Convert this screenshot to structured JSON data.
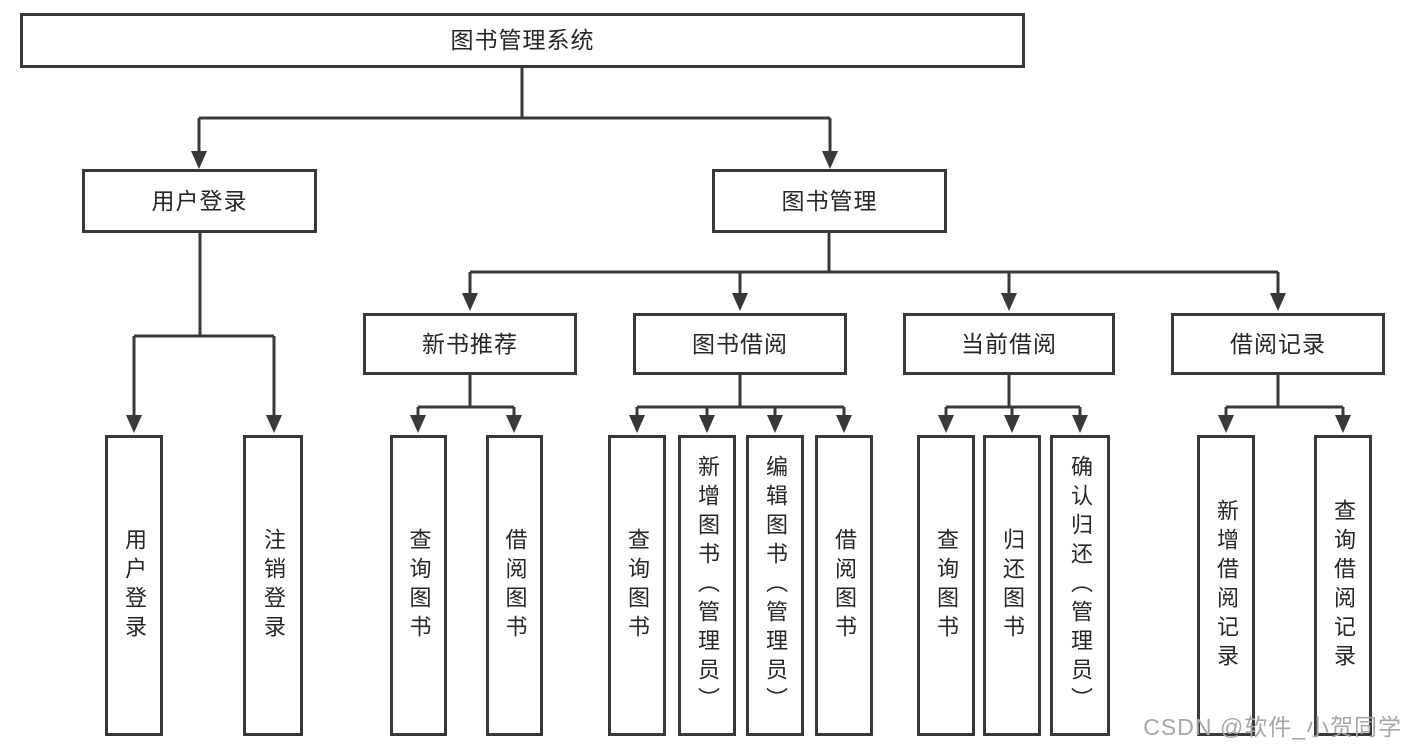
{
  "diagram_title": "图书管理系统",
  "tree": {
    "root": {
      "label": "图书管理系统",
      "children": [
        {
          "label": "用户登录",
          "children": [
            {
              "label": "用户登录"
            },
            {
              "label": "注销登录"
            }
          ]
        },
        {
          "label": "图书管理",
          "children": [
            {
              "label": "新书推荐",
              "children": [
                {
                  "label": "查询图书"
                },
                {
                  "label": "借阅图书"
                }
              ]
            },
            {
              "label": "图书借阅",
              "children": [
                {
                  "label": "查询图书"
                },
                {
                  "label": "新增图书（管理员）"
                },
                {
                  "label": "编辑图书（管理员）"
                },
                {
                  "label": "借阅图书"
                }
              ]
            },
            {
              "label": "当前借阅",
              "children": [
                {
                  "label": "查询图书"
                },
                {
                  "label": "归还图书"
                },
                {
                  "label": "确认归还（管理员）"
                }
              ]
            },
            {
              "label": "借阅记录",
              "children": [
                {
                  "label": "新增借阅记录"
                },
                {
                  "label": "查询借阅记录"
                }
              ]
            }
          ]
        }
      ]
    }
  },
  "watermark": {
    "text": "CSDN @软件_小贺同学"
  },
  "colors": {
    "line": "#383838",
    "box_border": "#383838",
    "text": "#262626",
    "watermark": "#a6a6a6",
    "background": "#ffffff"
  }
}
